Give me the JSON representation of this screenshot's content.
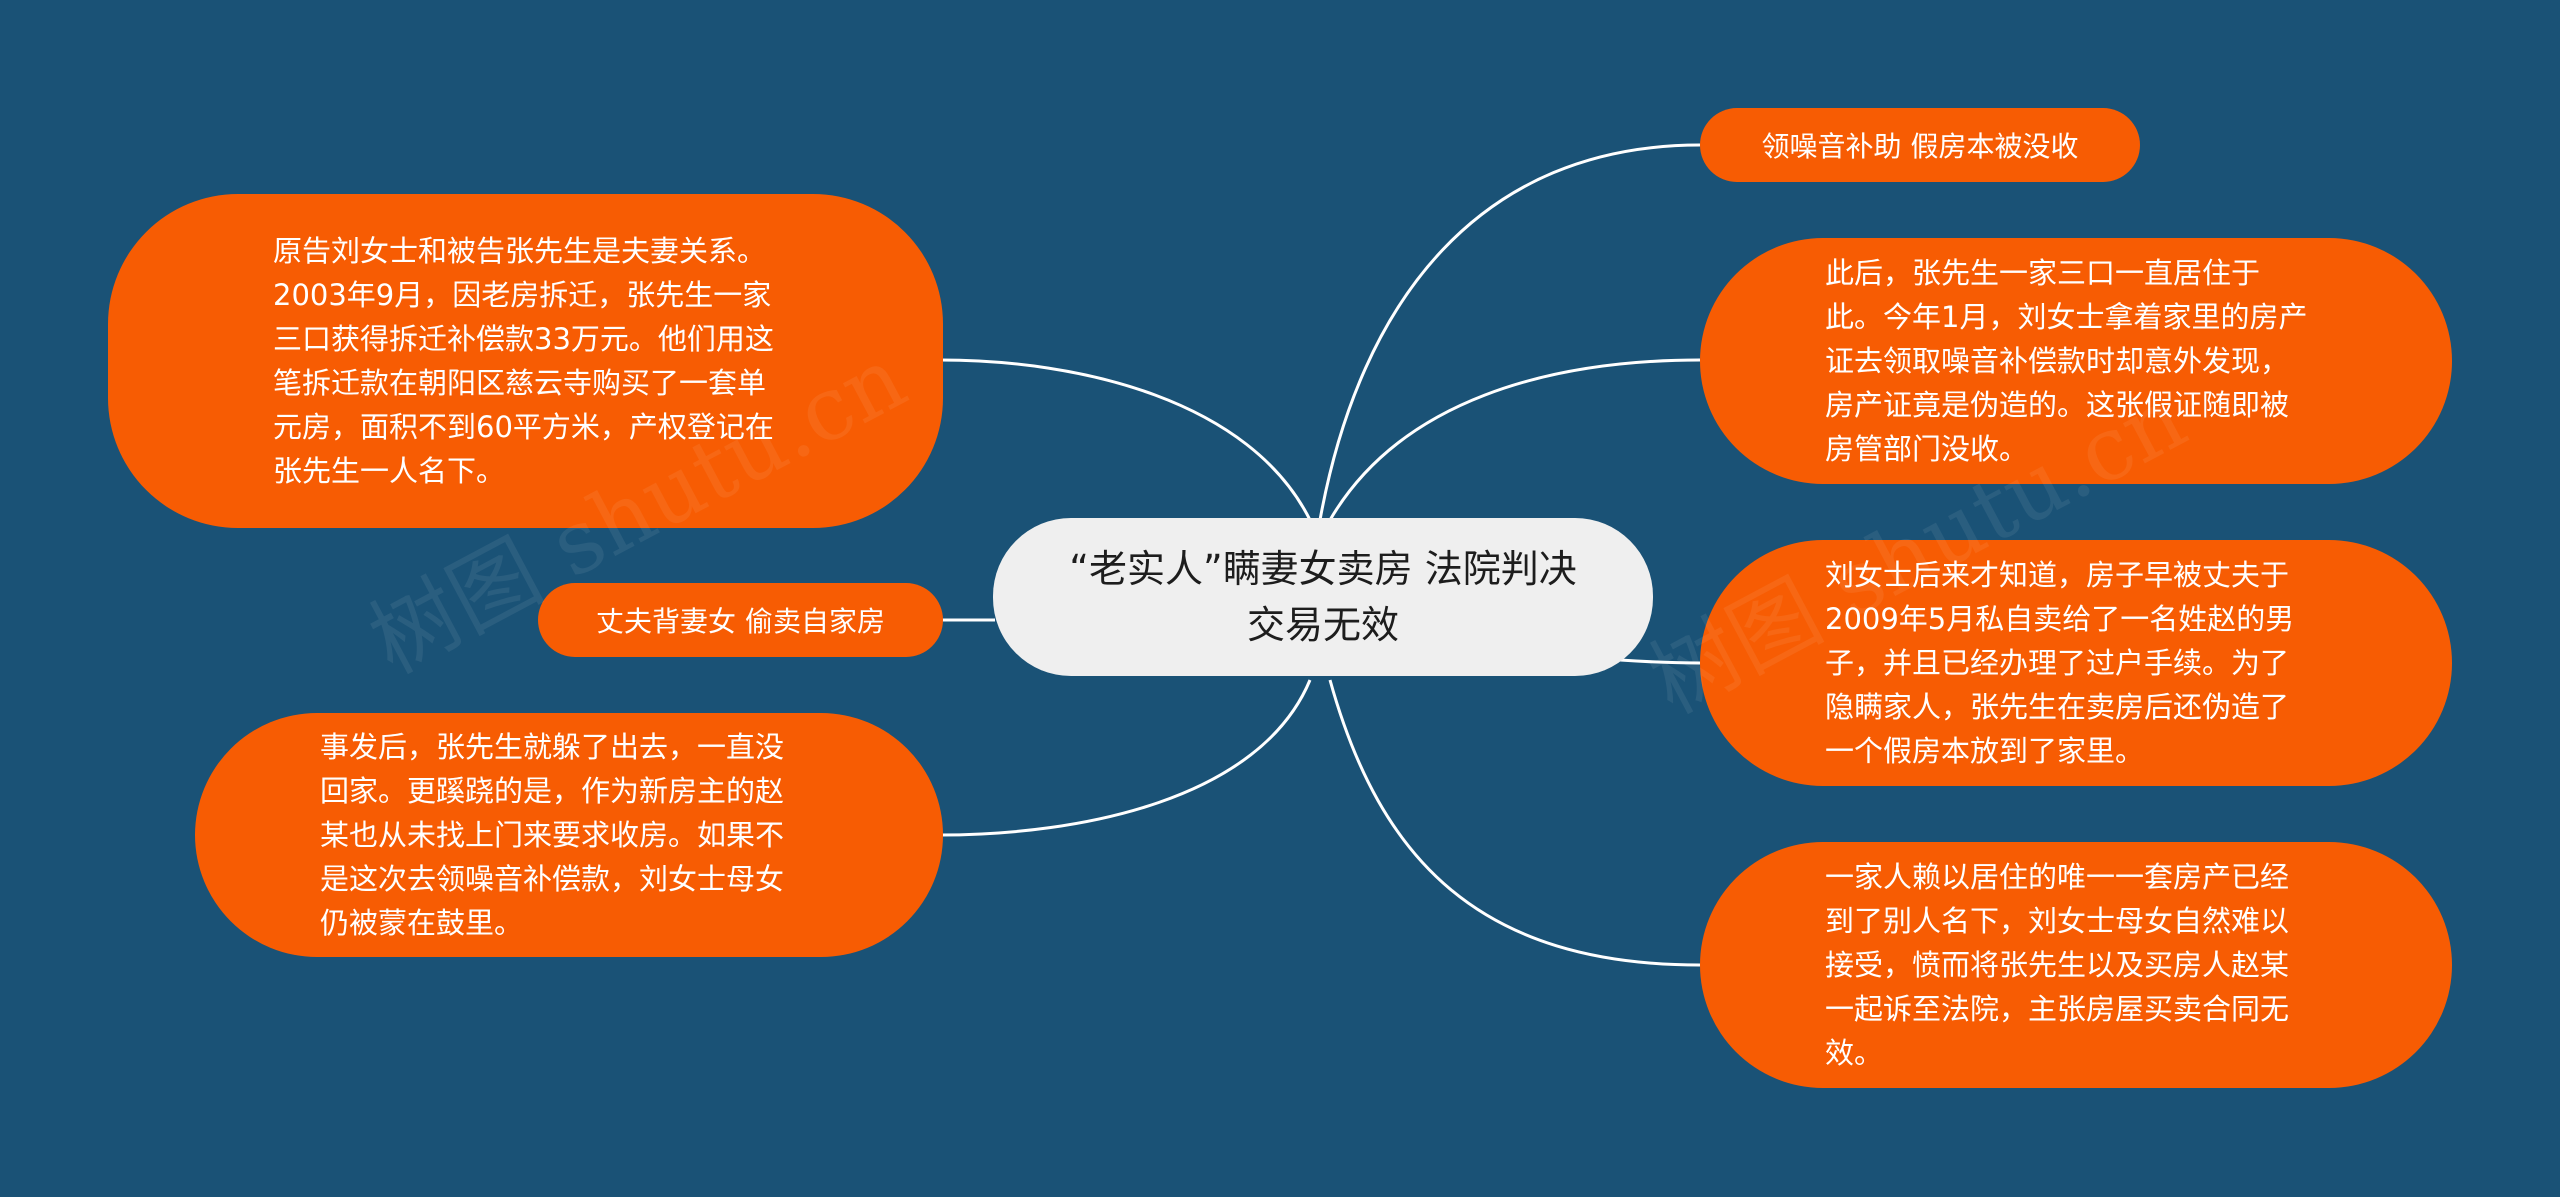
{
  "center": {
    "text": "“老实人”瞒妻女卖房 法院判决交易无效"
  },
  "left_nodes": [
    {
      "text": "原告刘女士和被告张先生是夫妻关系。2003年9月，因老房拆迁，张先生一家三口获得拆迁补偿款33万元。他们用这笔拆迁款在朝阳区慈云寺购买了一套单元房，面积不到60平方米，产权登记在张先生一人名下。"
    },
    {
      "text": "丈夫背妻女 偷卖自家房"
    },
    {
      "text": "事发后，张先生就躲了出去，一直没回家。更蹊跷的是，作为新房主的赵某也从未找上门来要求收房。如果不是这次去领噪音补偿款，刘女士母女仍被蒙在鼓里。"
    }
  ],
  "right_nodes": [
    {
      "text": "领噪音补助 假房本被没收"
    },
    {
      "text": "此后，张先生一家三口一直居住于此。今年1月，刘女士拿着家里的房产证去领取噪音补偿款时却意外发现，房产证竟是伪造的。这张假证随即被房管部门没收。"
    },
    {
      "text": "刘女士后来才知道，房子早被丈夫于2009年5月私自卖给了一名姓赵的男子，并且已经办理了过户手续。为了隐瞒家人，张先生在卖房后还伪造了一个假房本放到了家里。"
    },
    {
      "text": "一家人赖以居住的唯一一套房产已经到了别人名下，刘女士母女自然难以接受，愤而将张先生以及买房人赵某一起诉至法院，主张房屋买卖合同无效。"
    }
  ],
  "watermarks": [
    "树图 shutu.cn",
    "树图 shutu.cn"
  ],
  "colors": {
    "background": "#1a5276",
    "node": "#f75c03",
    "center": "#efefef",
    "line": "#ffffff"
  }
}
